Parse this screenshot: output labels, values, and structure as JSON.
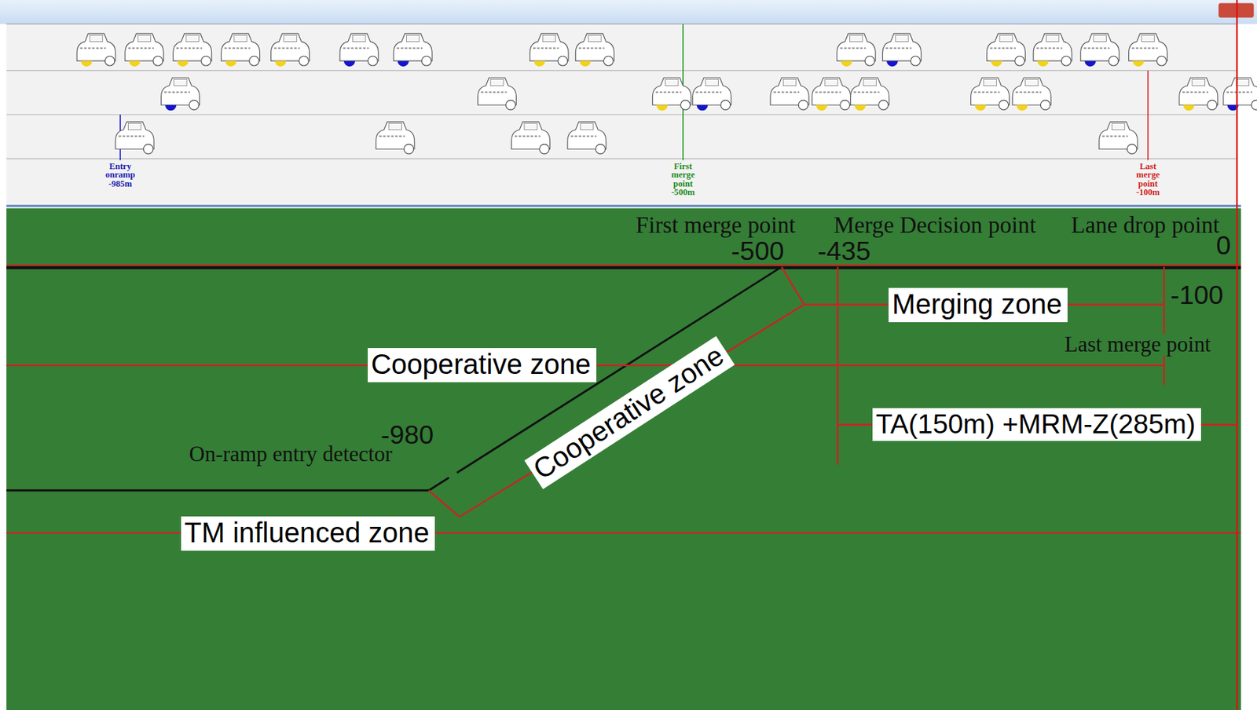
{
  "diagram": {
    "nodes": [
      {
        "text": [
          "Merging zone"
        ]
      },
      {
        "text": [
          "Cooperative zone"
        ]
      },
      {
        "text": [
          "Cooperative zone"
        ]
      },
      {
        "text": [
          "TA(150m) +MRM-Z(285m)"
        ]
      },
      {
        "text": [
          "TM influenced zone"
        ]
      }
    ],
    "labels": [
      "Entry onramp -985m",
      "First merge point -500m",
      "Last merge point -100m",
      "First merge point",
      "Merge Decision point",
      "Lane drop point",
      "-500",
      "-435",
      "0",
      "-100",
      "Last merge point",
      "-980",
      "On-ramp entry detector"
    ]
  }
}
